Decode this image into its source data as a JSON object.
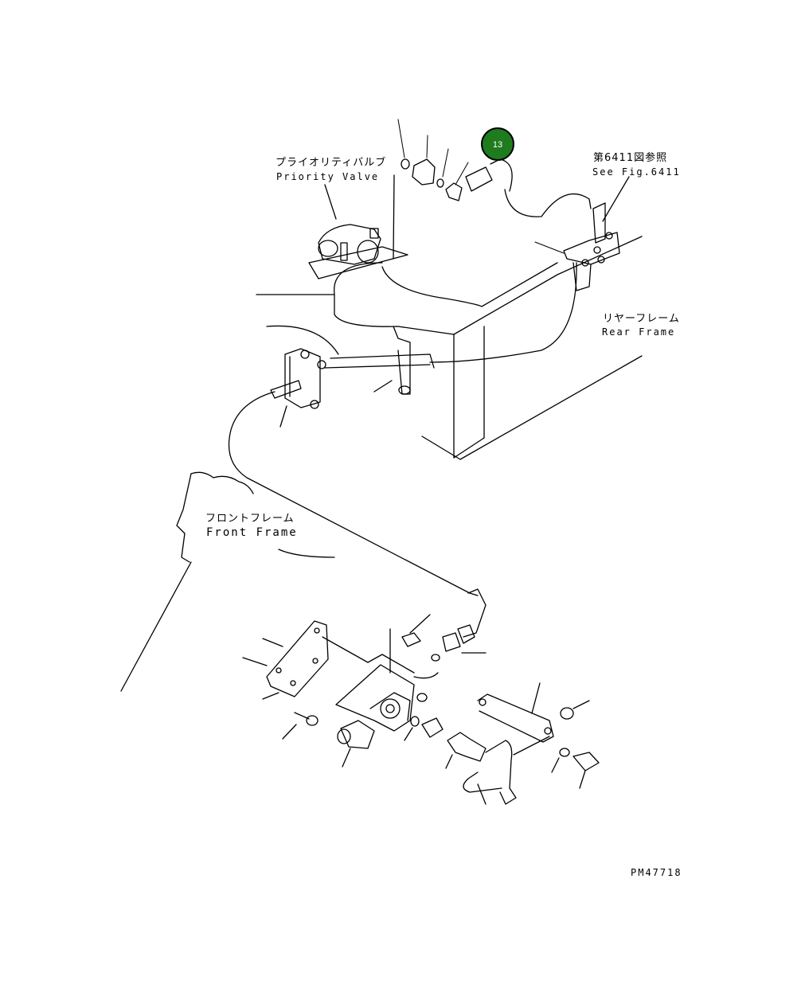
{
  "labels": {
    "priority_valve_jp": "プライオリティバルブ",
    "priority_valve_en": "Priority Valve",
    "see_fig_jp": "第6411図参照",
    "see_fig_en": "See Fig.6411",
    "rear_frame_jp": "リヤーフレーム",
    "rear_frame_en": "Rear Frame",
    "front_frame_jp": "フロントフレーム",
    "front_frame_en": "Front Frame",
    "drawing_code": "PM47718"
  },
  "callout": {
    "number": "13",
    "color": "#1e7b1e"
  }
}
